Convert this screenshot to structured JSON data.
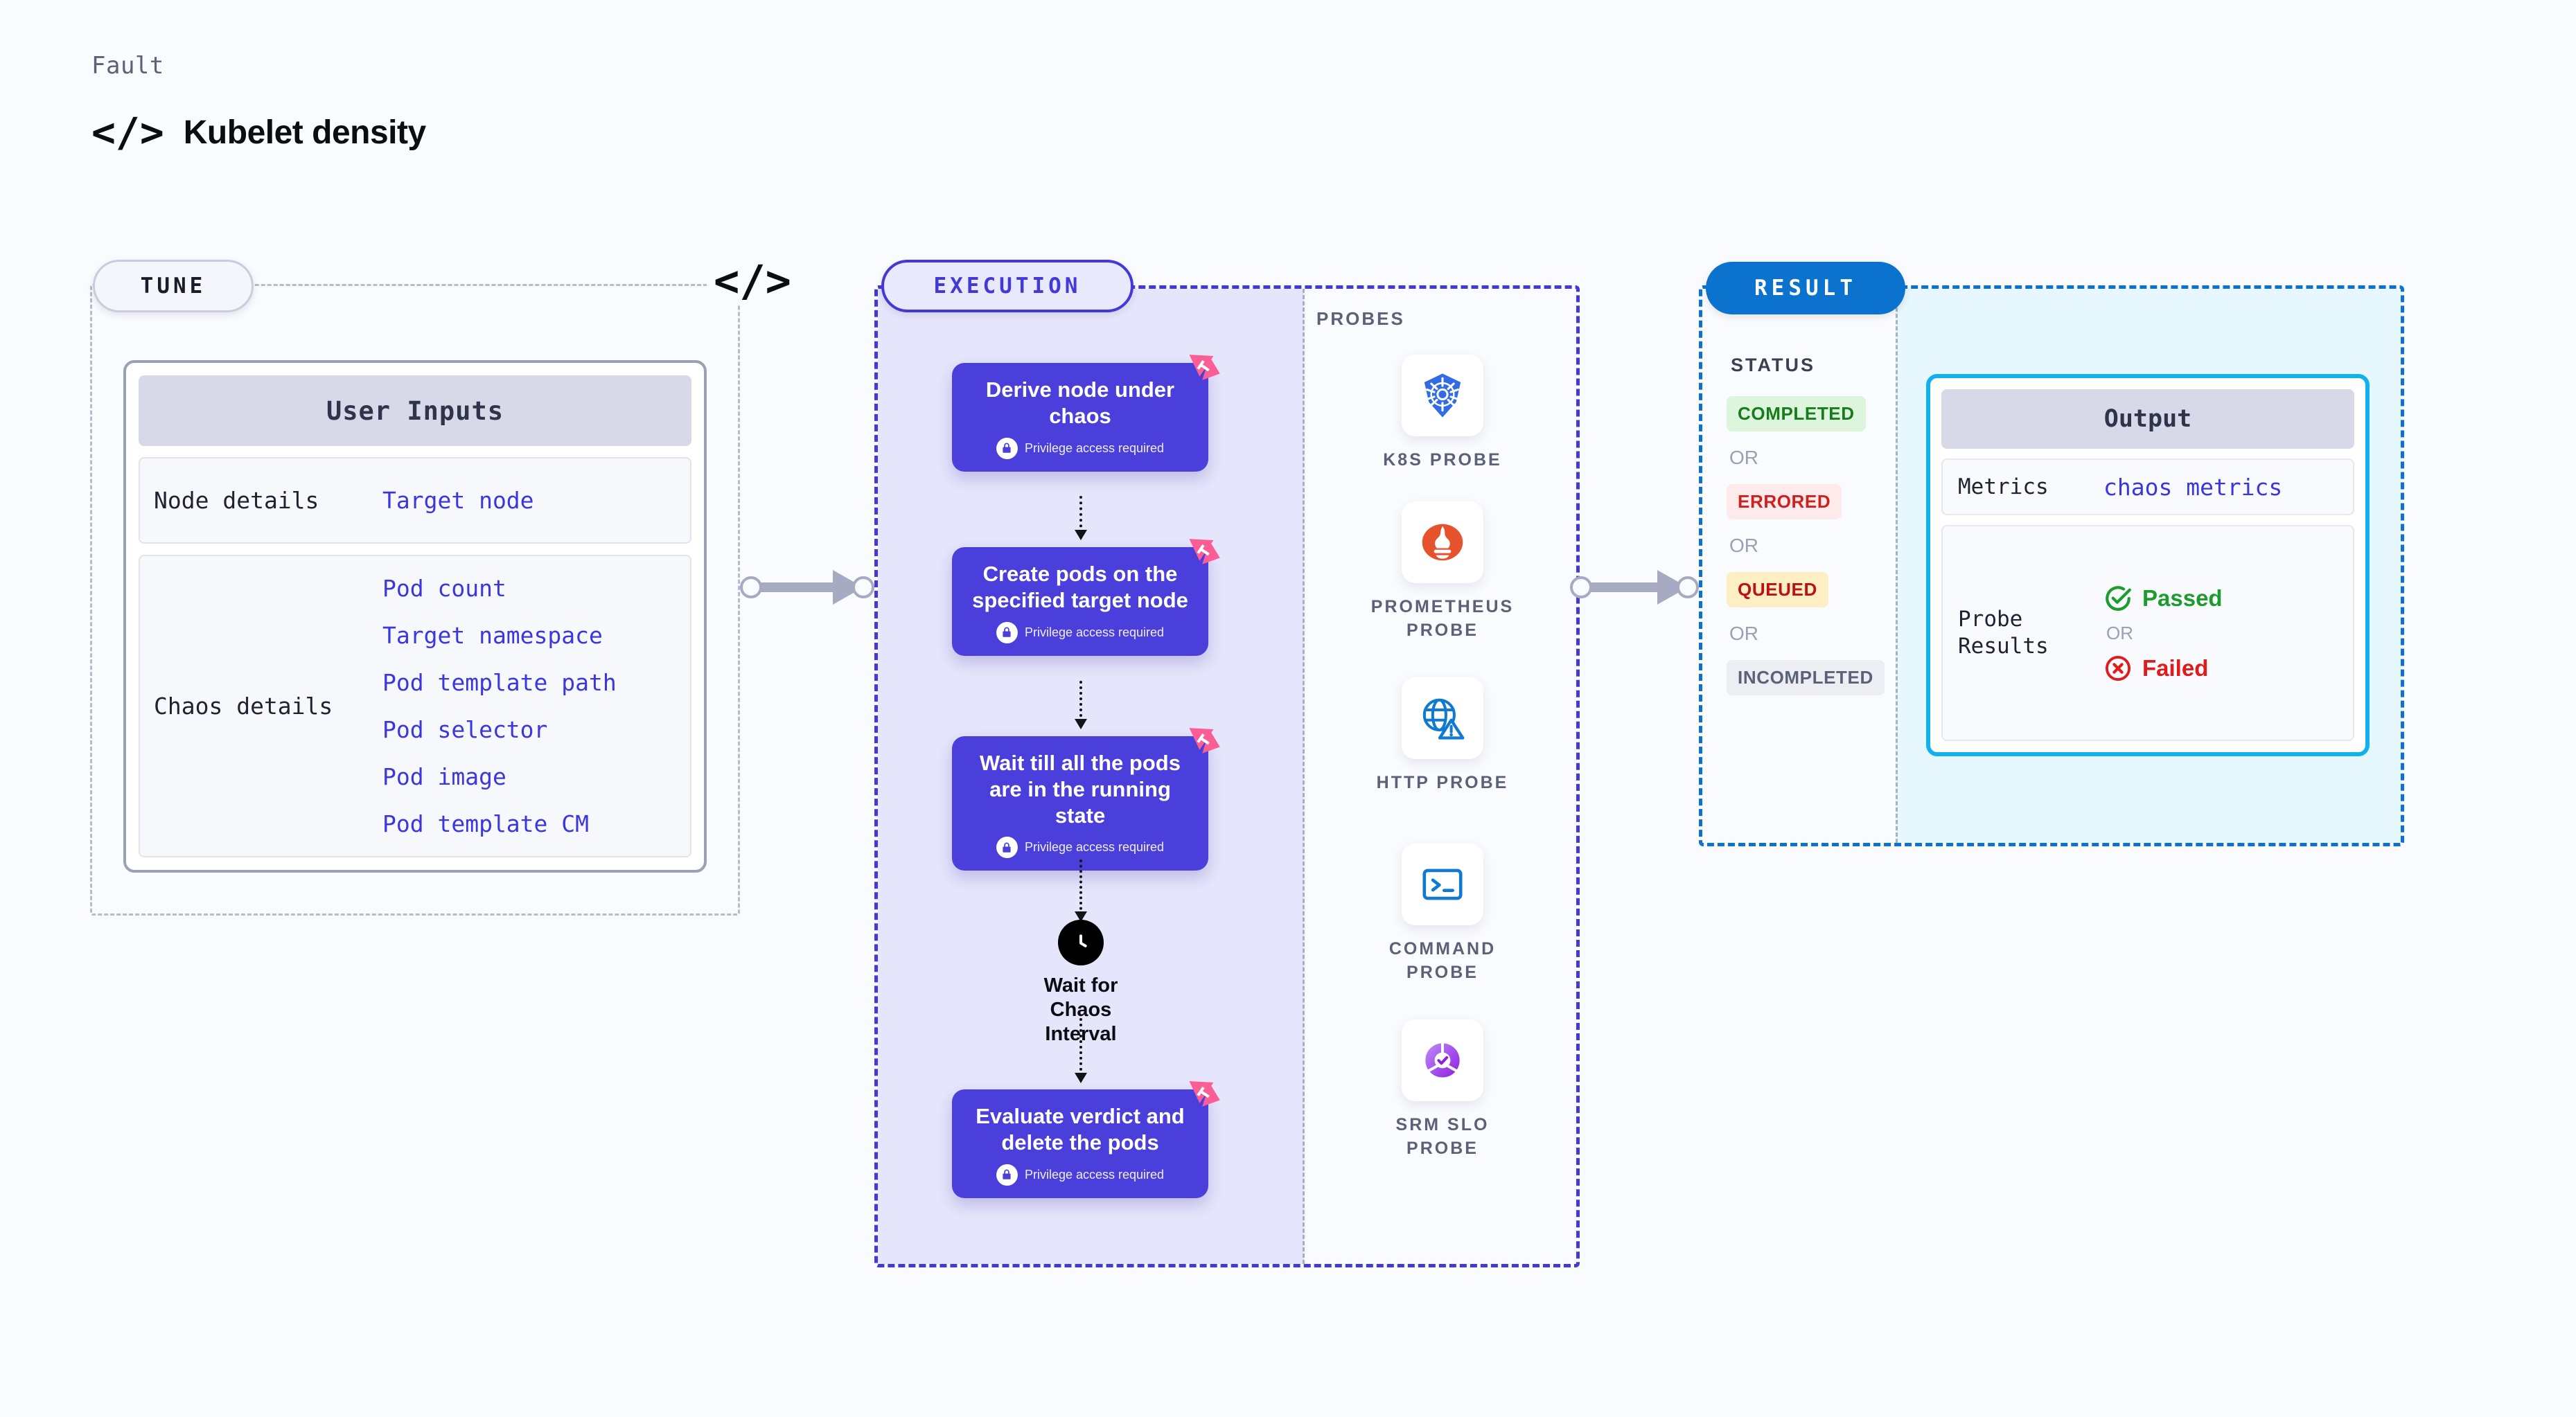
{
  "header": {
    "kicker": "Fault",
    "title": "Kubelet density",
    "code_icon": "</>",
    "divider_icon": "</>"
  },
  "tune": {
    "pill_label": "TUNE",
    "card_title": "User Inputs",
    "rows": [
      {
        "label": "Node details",
        "values": [
          "Target node"
        ]
      },
      {
        "label": "Chaos details",
        "values": [
          "Pod count",
          "Target namespace",
          "Pod template path",
          "Pod selector",
          "Pod image",
          "Pod template CM"
        ]
      }
    ]
  },
  "execution": {
    "pill_label": "EXECUTION",
    "privilege_note": "Privilege access required",
    "steps": [
      {
        "title": "Derive node under chaos",
        "privileged": true
      },
      {
        "title": "Create pods on the specified target node",
        "privileged": true
      },
      {
        "title": "Wait till all the pods are in the running state",
        "privileged": true
      },
      {
        "title": "Evaluate verdict and delete the pods",
        "privileged": true
      }
    ],
    "wait_node": {
      "label": "Wait for Chaos Interval",
      "icon": "clock-icon"
    }
  },
  "probes": {
    "title": "PROBES",
    "items": [
      {
        "label": "K8S PROBE",
        "icon": "kubernetes-icon"
      },
      {
        "label": "PROMETHEUS PROBE",
        "icon": "prometheus-icon"
      },
      {
        "label": "HTTP PROBE",
        "icon": "globe-warning-icon"
      },
      {
        "label": "COMMAND PROBE",
        "icon": "terminal-icon"
      },
      {
        "label": "SRM SLO PROBE",
        "icon": "srm-slo-icon"
      }
    ]
  },
  "result": {
    "pill_label": "RESULT",
    "status_title": "STATUS",
    "or_label": "OR",
    "statuses": [
      {
        "label": "COMPLETED",
        "style": "b-completed"
      },
      {
        "label": "ERRORED",
        "style": "b-errored"
      },
      {
        "label": "QUEUED",
        "style": "b-queued"
      },
      {
        "label": "INCOMPLETED",
        "style": "b-incomplete"
      }
    ],
    "output": {
      "card_title": "Output",
      "metrics_label": "Metrics",
      "metrics_value": "chaos metrics",
      "probe_results_label": "Probe Results",
      "passed_label": "Passed",
      "failed_label": "Failed",
      "or_label": "OR"
    }
  },
  "colors": {
    "background": "#fafbfe",
    "execution_accent": "#4339d6",
    "execution_fill": "#e5e5fb",
    "step_card": "#4a3fdb",
    "result_accent": "#0b72ce",
    "result_fill": "#e6f7fd",
    "output_border": "#13b0ee",
    "link": "#3a36e0",
    "chaos_badge": "#fb5d95",
    "passed": "#1c9c2c",
    "failed": "#e01b1b"
  }
}
